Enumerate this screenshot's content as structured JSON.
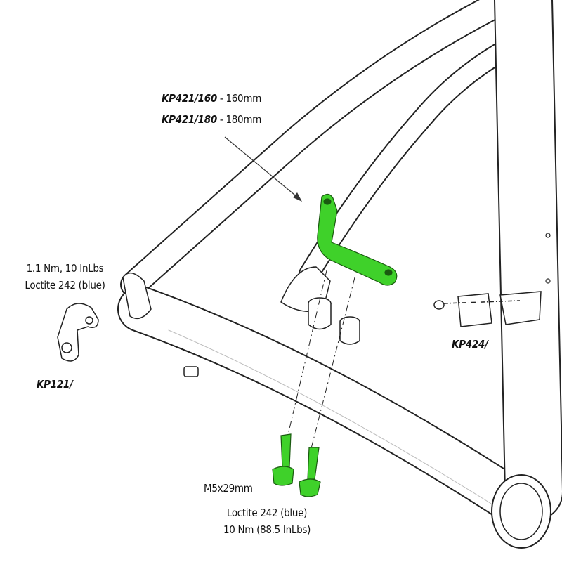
{
  "callouts": {
    "bracket": {
      "line1_code": "KP421/160",
      "line1_size": " - 160mm",
      "line2_code": "KP421/180",
      "line2_size": " - 180mm"
    },
    "hanger": {
      "torque": "1.1 Nm, 10 InLbs",
      "loctite": "Loctite 242 (blue)",
      "code": "KP121/"
    },
    "cover": {
      "code": "KP424/"
    },
    "bolts": {
      "size": "M5x29mm",
      "loctite": "Loctite 242 (blue)",
      "torque": "10 Nm (88.5 InLbs)"
    }
  },
  "colors": {
    "part_highlight": "#3fd12a",
    "outline": "#222222"
  }
}
